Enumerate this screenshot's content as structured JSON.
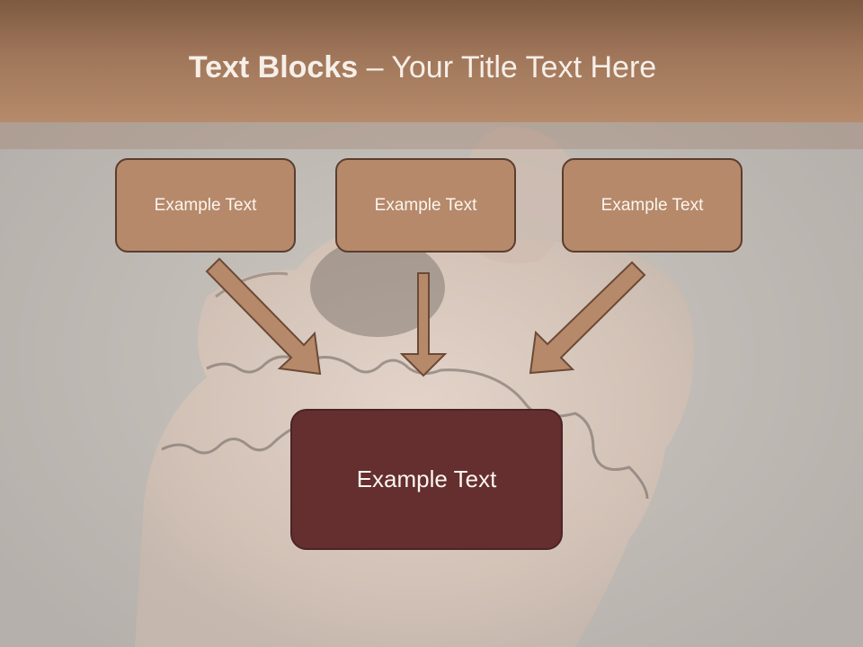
{
  "title": {
    "bold": "Text Blocks",
    "separator": " – ",
    "rest": "Your Title Text Here"
  },
  "blocks": [
    {
      "label": "Example Text"
    },
    {
      "label": "Example Text"
    },
    {
      "label": "Example Text"
    }
  ],
  "main_block": {
    "label": "Example Text"
  },
  "colors": {
    "header": "#a0765a",
    "block_fill": "#b6896a",
    "block_border": "#5a3d2e",
    "main_fill": "#652e2f",
    "arrow_fill": "#b6896a",
    "background": "#c6c1bc"
  }
}
